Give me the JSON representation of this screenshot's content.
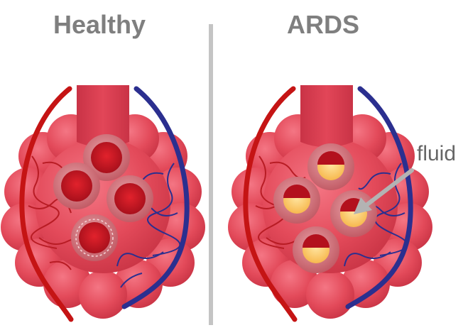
{
  "panels": {
    "healthy": {
      "title": "Healthy"
    },
    "ards": {
      "title": "ARDS"
    }
  },
  "annotation": {
    "label": "fluid"
  },
  "colors": {
    "title": "#7f7f7f",
    "divider": "#c4c4c4",
    "alveolus": "#e8505f",
    "alveolus_shadow": "#c93848",
    "bronchiole": "#dc3c4e",
    "capillary_artery": "#c51414",
    "capillary_vein": "#2b2f8f",
    "fluid": "#fbc96a",
    "arrow": "#b3b3b3"
  }
}
